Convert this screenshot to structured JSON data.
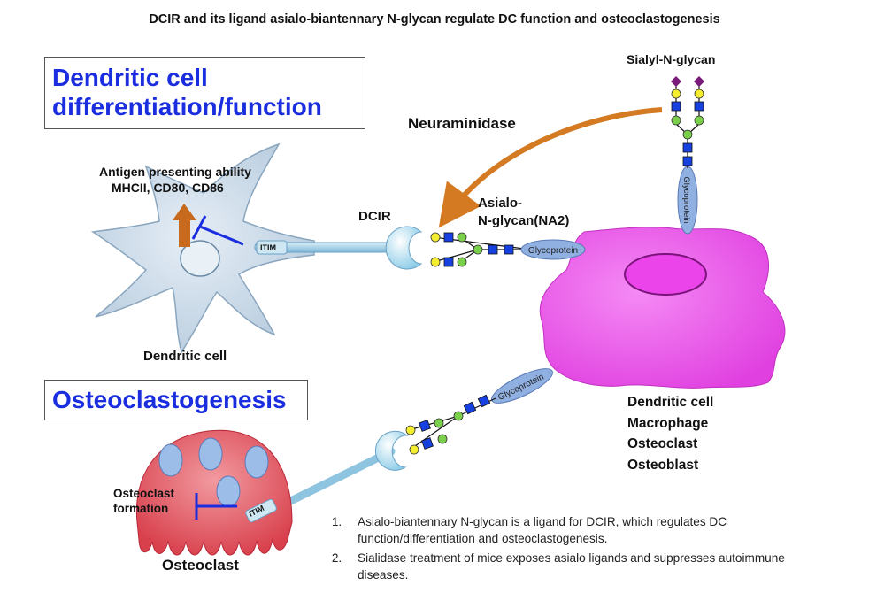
{
  "title": "DCIR and its ligand asialo-biantennary N-glycan regulate DC function and osteoclastogenesis",
  "sections": {
    "dc_heading_line1": "Dendritic cell",
    "dc_heading_line2": "differentiation/function",
    "osteo_heading": "Osteoclastogenesis"
  },
  "labels": {
    "antigen_line1": "Antigen presenting ability",
    "antigen_line2": "MHCII, CD80, CD86",
    "dendritic_cell": "Dendritic cell",
    "dcir": "DCIR",
    "itim_top": "ITIM",
    "itim_bottom": "ITIM",
    "neuraminidase": "Neuraminidase",
    "sialyl": "Sialyl-N-glycan",
    "asialo_line1": "Asialo-",
    "asialo_line2": "N-glycan(NA2)",
    "glycoprotein_top": "Glycoprotein",
    "glycoprotein_vertical": "Glycoprotein",
    "glycoprotein_bottom": "Glycoprotein",
    "osteoclast_formation_line1": "Osteoclast",
    "osteoclast_formation_line2": "formation",
    "osteoclast": "Osteoclast",
    "cell_types": [
      "Dendritic cell",
      "Macrophage",
      "Osteoclast",
      "Osteoblast"
    ]
  },
  "notes": [
    "Asialo-biantennary N-glycan is a ligand for DCIR, which regulates DC function/differentiation and osteoclastogenesis.",
    "Sialidase treatment of mice exposes asialo ligands and suppresses autoimmune diseases."
  ],
  "colors": {
    "heading_text": "#1a2ee0",
    "dendritic_cell_fill": "#c9d8e6",
    "magenta_cell": "#ee55ee",
    "osteoclast_fill": "#e8606a",
    "arrow_orange": "#d47a22",
    "inhibit_blue": "#1a2ee0",
    "glycan_square": "#1640e0",
    "glycan_galactose": "#f5ee30",
    "glycan_mannose": "#7ad04a",
    "glycan_sialic": "#7a1a7a",
    "glycoprotein": "#8fb0e0"
  }
}
